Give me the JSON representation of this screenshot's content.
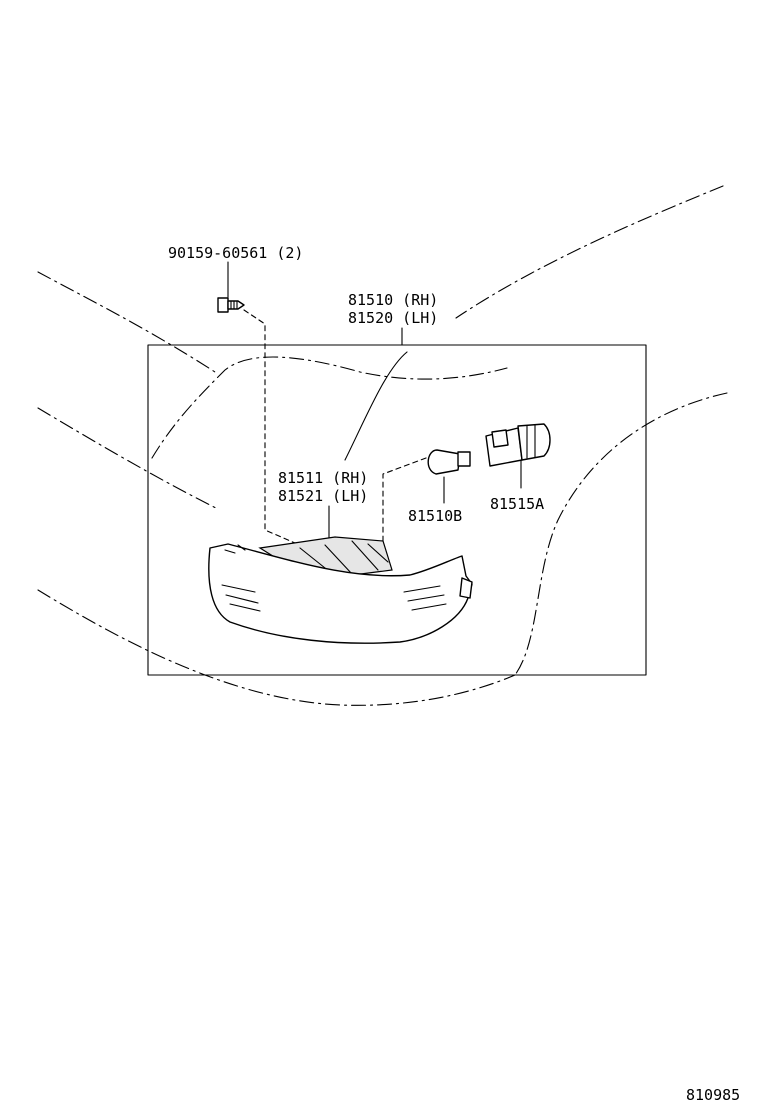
{
  "callouts": {
    "screw": "90159-60561 (2)",
    "assy_rh": "81510 (RH)",
    "assy_lh": "81520 (LH)",
    "lens_rh": "81511 (RH)",
    "lens_lh": "81521 (LH)",
    "bulb": "81510B",
    "socket": "81515A"
  },
  "figure_number": "810985"
}
